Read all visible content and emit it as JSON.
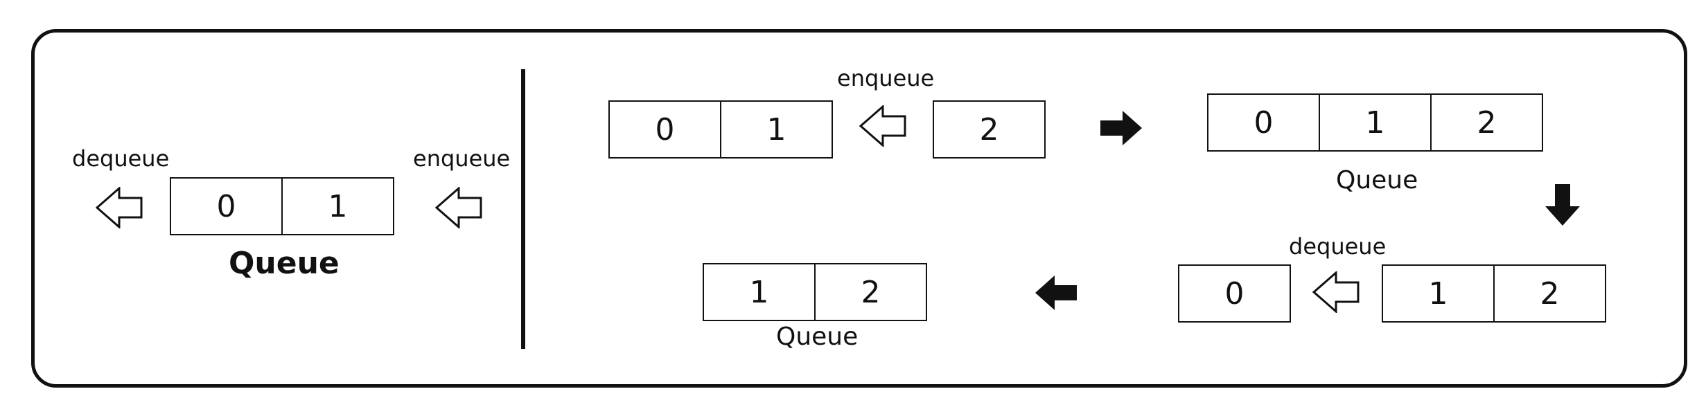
{
  "left_panel": {
    "dequeue_label": "dequeue",
    "enqueue_label": "enqueue",
    "queue_cells": [
      "0",
      "1"
    ],
    "queue_label": "Queue"
  },
  "step1": {
    "enqueue_label": "enqueue",
    "queue_cells": [
      "0",
      "1"
    ],
    "incoming_cell": "2"
  },
  "step2": {
    "queue_cells": [
      "0",
      "1",
      "2"
    ],
    "queue_label": "Queue"
  },
  "step3": {
    "dequeue_label": "dequeue",
    "outgoing_cell": "0",
    "queue_cells": [
      "1",
      "2"
    ]
  },
  "step4": {
    "queue_cells": [
      "1",
      "2"
    ],
    "queue_label": "Queue"
  },
  "icons": {
    "hollow_arrow": "hollow-left-arrow-icon",
    "solid_arrow": "solid-arrow-icon"
  }
}
